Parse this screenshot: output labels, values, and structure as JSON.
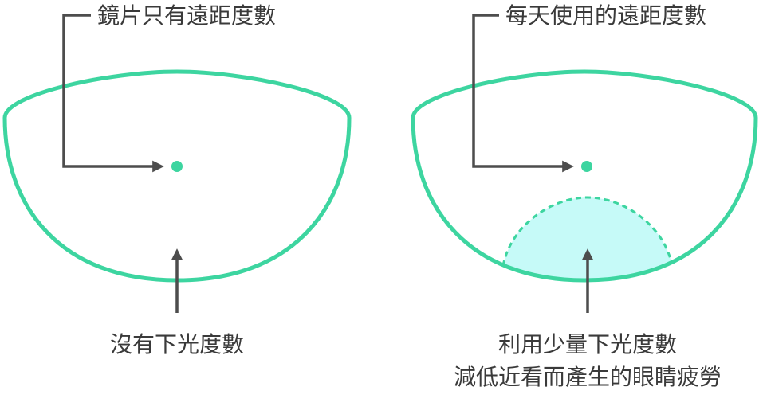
{
  "colors": {
    "lens_outline": "#3dd5a0",
    "reading_zone_fill": "#c6faf8",
    "arrow": "#4d4d4d",
    "text": "#3a3a3a",
    "background": "#ffffff"
  },
  "left_lens": {
    "top_label": "鏡片只有遠距度數",
    "bottom_label": "沒有下光度數"
  },
  "right_lens": {
    "top_label": "每天使用的遠距度數",
    "bottom_label_line1": "利用少量下光度數",
    "bottom_label_line2": "減低近看而產生的眼睛疲勞"
  }
}
